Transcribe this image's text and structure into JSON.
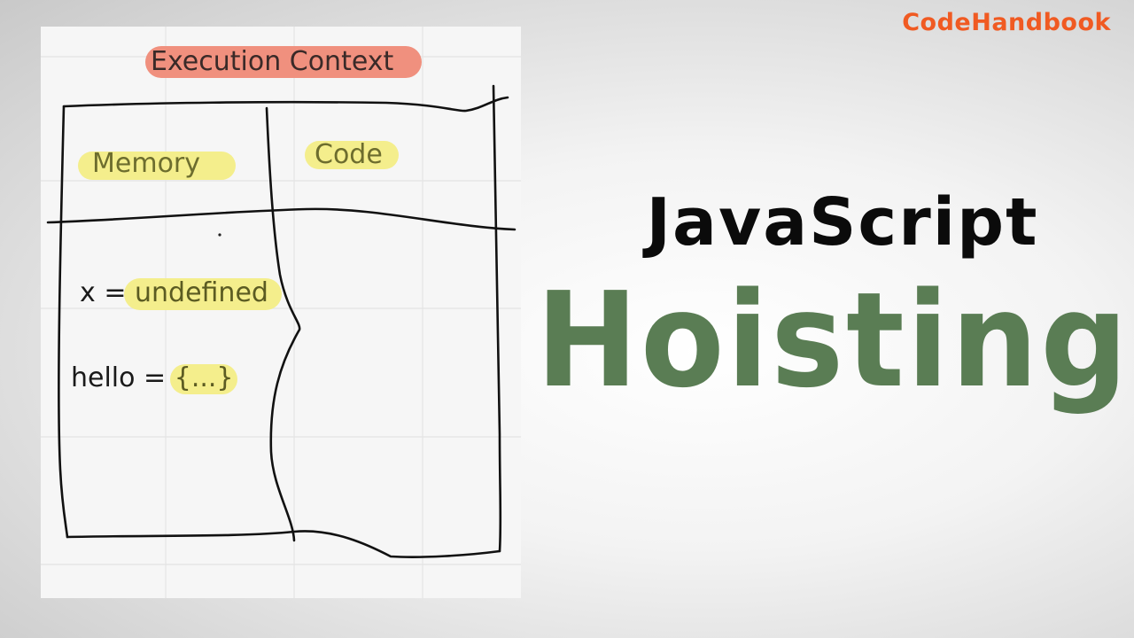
{
  "brand": {
    "name": "CodeHandbook"
  },
  "board": {
    "heading": "Execution Context",
    "columns": {
      "memory": "Memory",
      "code": "Code"
    },
    "memory_entries": [
      {
        "name": "x",
        "operator": "=",
        "value": "undefined"
      },
      {
        "name": "hello",
        "operator": "=",
        "value": "{...}"
      }
    ]
  },
  "title": {
    "line1": "JavaScript",
    "line2": "Hoisting"
  },
  "colors": {
    "brand_orange": "#f05a22",
    "hoisting_green": "#5a7d54",
    "heading_highlight": "#f0907e",
    "yellow_highlight": "#f4ee8c"
  }
}
